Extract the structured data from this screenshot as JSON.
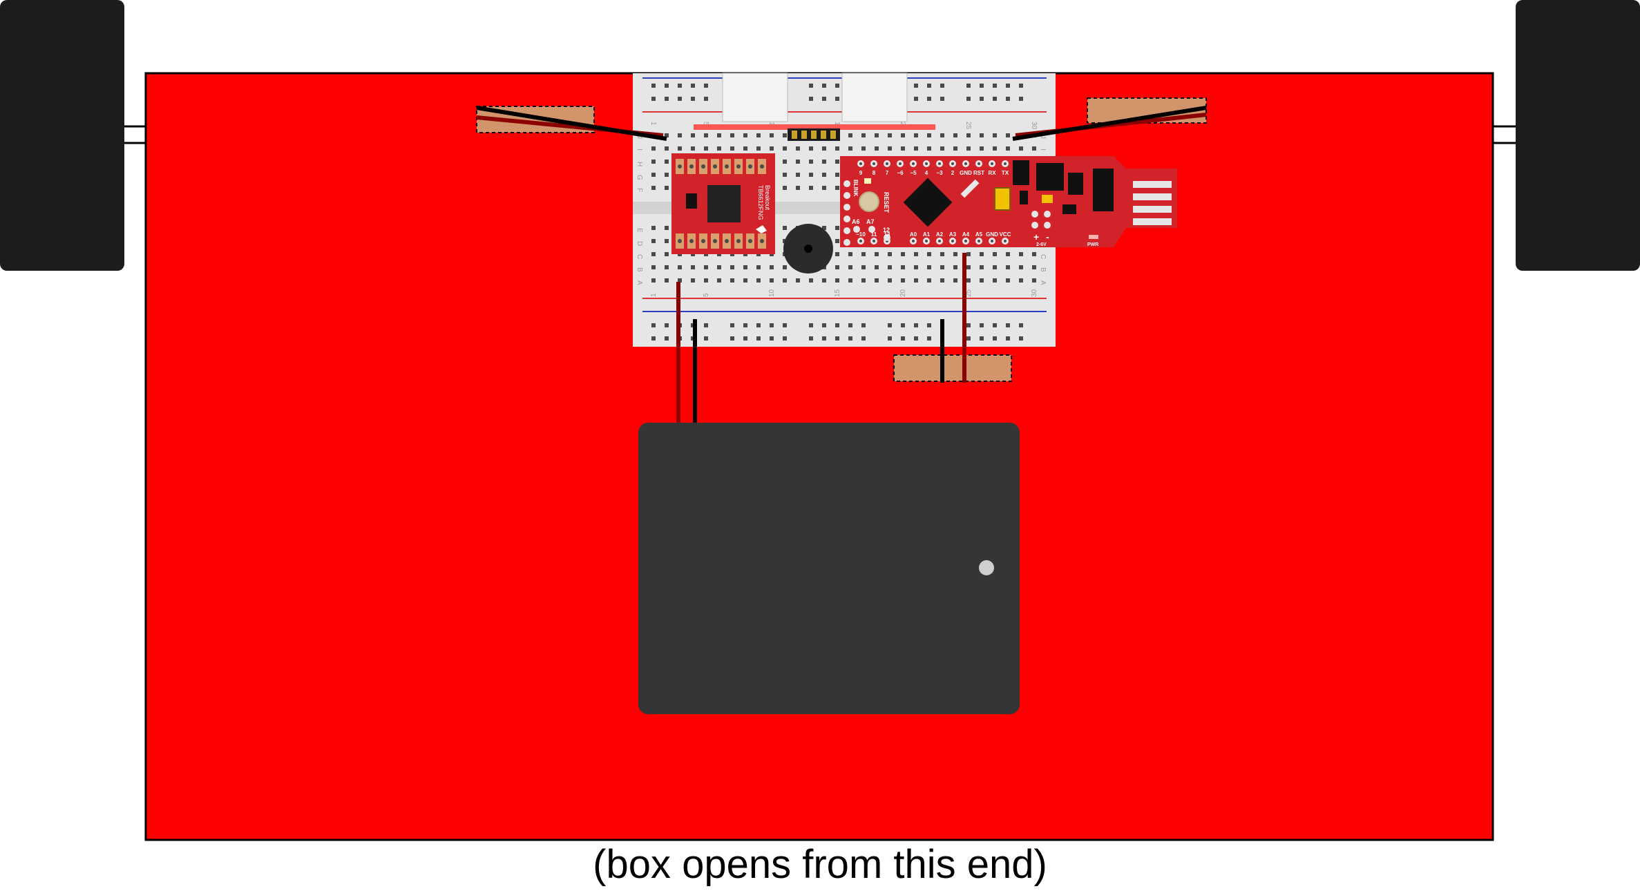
{
  "caption": "(box opens from this end)",
  "colors": {
    "box": "#ff0000",
    "wheel": "#1c1c1c",
    "breadboard": "#e6e6e6",
    "board": "#d2232a",
    "battery": "#353535",
    "motor_pad": "#d2946a",
    "wire_red": "#8b0000",
    "wire_black": "#000000"
  },
  "breadboard": {
    "column_numbers": [
      "1",
      "5",
      "10",
      "15",
      "20",
      "25",
      "30"
    ],
    "row_letters_top": [
      "J",
      "I",
      "H",
      "G",
      "F"
    ],
    "row_letters_bottom": [
      "E",
      "D",
      "C",
      "B",
      "A"
    ]
  },
  "motor_driver": {
    "label_line1": "TB6612FNG",
    "label_line2": "Breakout"
  },
  "microcontroller": {
    "top_pins": [
      "9",
      "8",
      "7",
      "~6",
      "~5",
      "4",
      "~3",
      "2",
      "GND",
      "RST",
      "RX",
      "TX"
    ],
    "bottom_pins": [
      "~10",
      "11",
      "13",
      "A0",
      "A1",
      "A2",
      "A3",
      "A4",
      "A5",
      "GND",
      "VCC"
    ],
    "side_labels": [
      "A6",
      "A7",
      "12"
    ],
    "reset_label": "RESET",
    "blink_label": "BLINK",
    "power_label": "PWR",
    "voltage_label": "2-6V",
    "polarity_plus": "+",
    "polarity_minus": "-"
  }
}
